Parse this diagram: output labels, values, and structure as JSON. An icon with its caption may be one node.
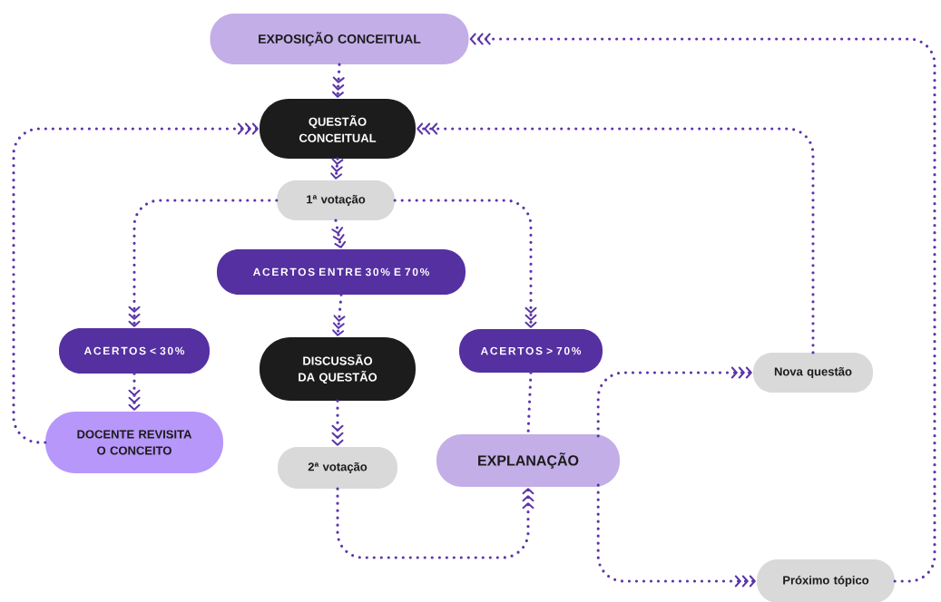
{
  "diagram": {
    "nodes": [
      {
        "text": [
          "EXPOSIÇÃO CONCEITUAL"
        ]
      },
      {
        "text": [
          "QUESTÃO CONCEITUAL"
        ]
      },
      {
        "text": [
          "1ª votação"
        ]
      },
      {
        "text": [
          "ACERTOS ENTRE 30% E 70%"
        ]
      },
      {
        "text": [
          "ACERTOS < 30%"
        ]
      },
      {
        "text": [
          "DISCUSSÃO DA QUESTÃO"
        ]
      },
      {
        "text": [
          "ACERTOS > 70%"
        ]
      },
      {
        "text": [
          "DOCENTE REVISITA O CONCEITO"
        ]
      },
      {
        "text": [
          "2ª votação"
        ]
      },
      {
        "text": [
          "EXPLANAÇÃO"
        ]
      },
      {
        "text": [
          "Nova questão"
        ]
      },
      {
        "text": [
          "Próximo tópico"
        ]
      }
    ],
    "edges": [
      {
        "from": 0,
        "to": 1,
        "arrow": "to"
      },
      {
        "from": 1,
        "to": 2,
        "arrow": "to"
      },
      {
        "from": 2,
        "to": 3,
        "arrow": "to"
      },
      {
        "from": 2,
        "to": 4,
        "arrow": "to"
      },
      {
        "from": 2,
        "to": 6,
        "arrow": "to"
      },
      {
        "from": 3,
        "to": 5,
        "arrow": "to"
      },
      {
        "from": 4,
        "to": 7,
        "arrow": "to"
      },
      {
        "from": 5,
        "to": 8,
        "arrow": "to"
      },
      {
        "from": 7,
        "to": 1,
        "arrow": "to"
      },
      {
        "from": 6,
        "to": 9,
        "arrow": "none"
      },
      {
        "from": 8,
        "to": 9,
        "arrow": "to"
      },
      {
        "from": 9,
        "to": 10,
        "arrow": "to"
      },
      {
        "from": 9,
        "to": 11,
        "arrow": "to"
      },
      {
        "from": 10,
        "to": 1,
        "arrow": "to"
      },
      {
        "from": 11,
        "to": 0,
        "arrow": "to"
      }
    ]
  }
}
